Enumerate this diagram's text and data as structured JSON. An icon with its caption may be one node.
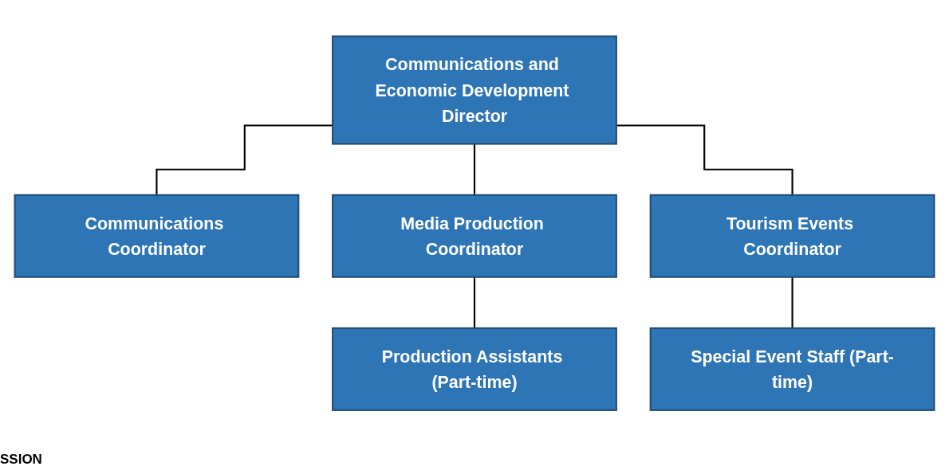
{
  "diagram": {
    "nodes": [
      {
        "text": [
          "Communications and Economic Development Director"
        ]
      },
      {
        "text": [
          "Communications Coordinator"
        ]
      },
      {
        "text": [
          "Media Production Coordinator"
        ]
      },
      {
        "text": [
          "Tourism Events Coordinator"
        ]
      },
      {
        "text": [
          "Production Assistants (Part-time)"
        ]
      },
      {
        "text": [
          "Special Event Staff (Part-time)"
        ]
      }
    ],
    "edges": [
      {
        "from": 0,
        "to": 1,
        "arrow": "none"
      },
      {
        "from": 0,
        "to": 2,
        "arrow": "none"
      },
      {
        "from": 0,
        "to": 3,
        "arrow": "none"
      },
      {
        "from": 2,
        "to": 4,
        "arrow": "none"
      },
      {
        "from": 3,
        "to": 5,
        "arrow": "none"
      }
    ],
    "labels": [
      "SSION"
    ]
  }
}
